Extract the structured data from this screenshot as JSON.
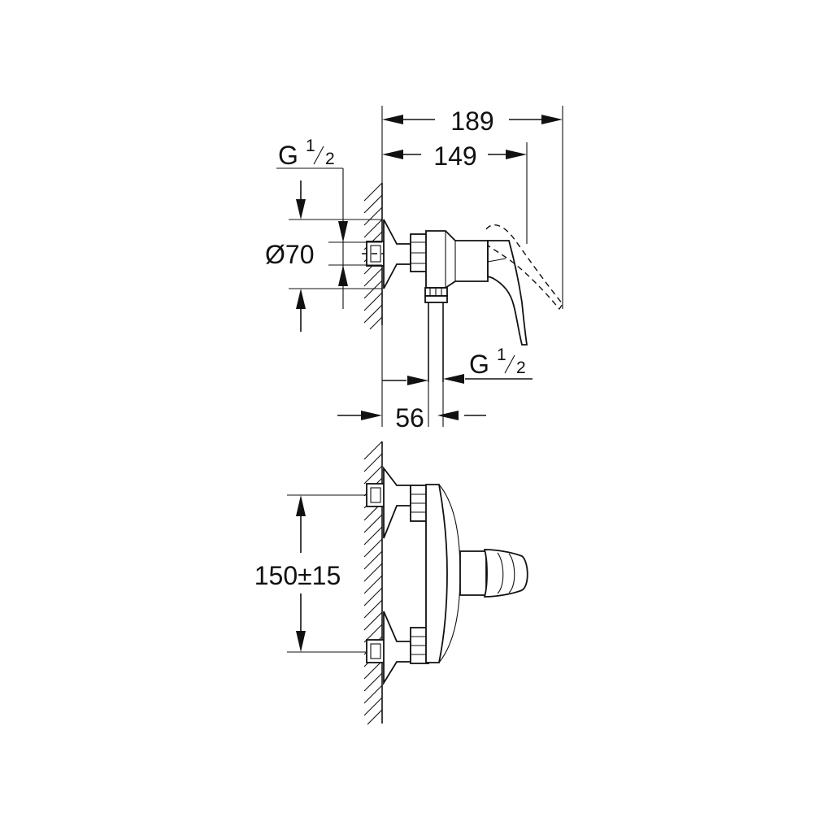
{
  "side_view": {
    "overall_depth": "189",
    "handle_depth": "149",
    "inlet_thread": {
      "letter": "G",
      "numerator": "1",
      "denominator": "2"
    },
    "flange_diameter": "Ø70",
    "outlet_thread": {
      "letter": "G",
      "numerator": "1",
      "denominator": "2"
    },
    "outlet_offset": "56"
  },
  "front_view": {
    "inlet_spacing": "150±15"
  },
  "colors": {
    "line": "#111111",
    "background": "#ffffff"
  }
}
